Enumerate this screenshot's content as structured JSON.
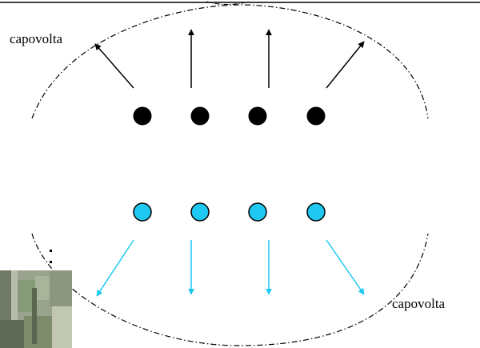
{
  "diagram": {
    "label_top": "capovolta",
    "label_bottom": "capovolta"
  },
  "colors": {
    "ink": "#000000",
    "top_dots": "#000000",
    "bottom_dots": "#1ec8f0",
    "bottom_arrows": "#1ec8f0",
    "outline": "#000000"
  },
  "groups": {
    "top_row": {
      "dot_count": 4,
      "arrow_direction": "up",
      "description_side": "outer arrows tilt outward"
    },
    "bottom_row": {
      "dot_count": 4,
      "arrow_direction": "down",
      "description_side": "outer arrows tilt outward"
    }
  },
  "image_fragment": {
    "icon": "photo-thumbnail"
  }
}
